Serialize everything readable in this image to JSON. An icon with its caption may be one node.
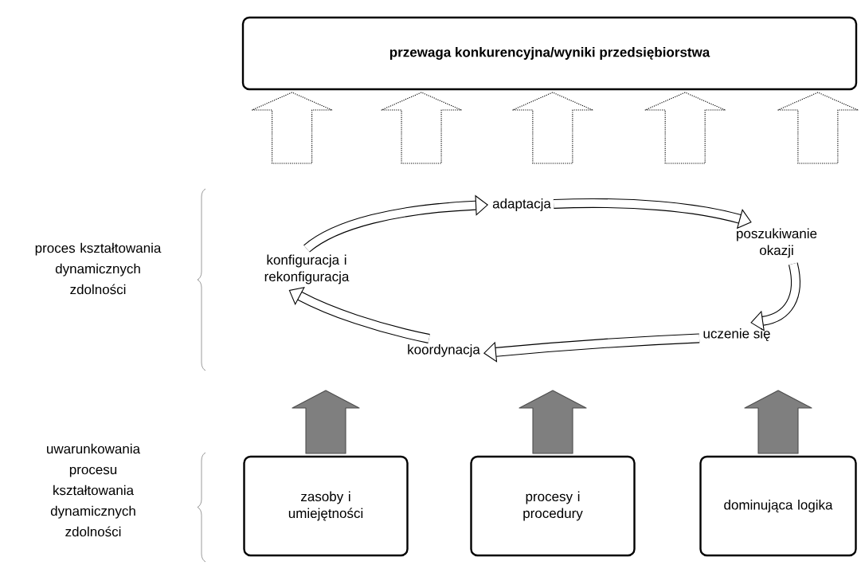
{
  "diagram": {
    "nodes": [
      {
        "text": [
          "przewaga konkurencyjna/wyniki przedsiębiorstwa"
        ]
      },
      {
        "text": [
          "adaptacja"
        ]
      },
      {
        "text": [
          "poszukiwanie okazji"
        ]
      },
      {
        "text": [
          "uczenie się"
        ]
      },
      {
        "text": [
          "koordynacja"
        ]
      },
      {
        "text": [
          "konfiguracja i rekonfiguracja"
        ]
      },
      {
        "text": [
          "zasoby i umiejętności"
        ]
      },
      {
        "text": [
          "procesy i procedury"
        ]
      },
      {
        "text": [
          "dominująca logika"
        ]
      }
    ],
    "edges": [
      {
        "from": 1,
        "to": 2,
        "arrow": "to"
      },
      {
        "from": 2,
        "to": 3,
        "arrow": "to"
      },
      {
        "from": 3,
        "to": 4,
        "arrow": "to"
      },
      {
        "from": 4,
        "to": 5,
        "arrow": "to"
      },
      {
        "from": 5,
        "to": 1,
        "arrow": "to"
      },
      {
        "from": null,
        "to": 0,
        "arrow": "to",
        "style": "dashed"
      },
      {
        "from": null,
        "to": 0,
        "arrow": "to",
        "style": "dashed"
      },
      {
        "from": null,
        "to": 0,
        "arrow": "to",
        "style": "dashed"
      },
      {
        "from": null,
        "to": 0,
        "arrow": "to",
        "style": "dashed"
      },
      {
        "from": null,
        "to": 0,
        "arrow": "to",
        "style": "dashed"
      },
      {
        "from": 6,
        "to": null,
        "arrow": "to",
        "color": "#7f7f7f"
      },
      {
        "from": 7,
        "to": null,
        "arrow": "to",
        "color": "#7f7f7f"
      },
      {
        "from": 8,
        "to": null,
        "arrow": "to",
        "color": "#7f7f7f"
      }
    ],
    "labels": [
      "proces kształtowania dynamicznych zdolności",
      "uwarunkowania procesu kształtowania dynamicznych zdolności"
    ]
  }
}
